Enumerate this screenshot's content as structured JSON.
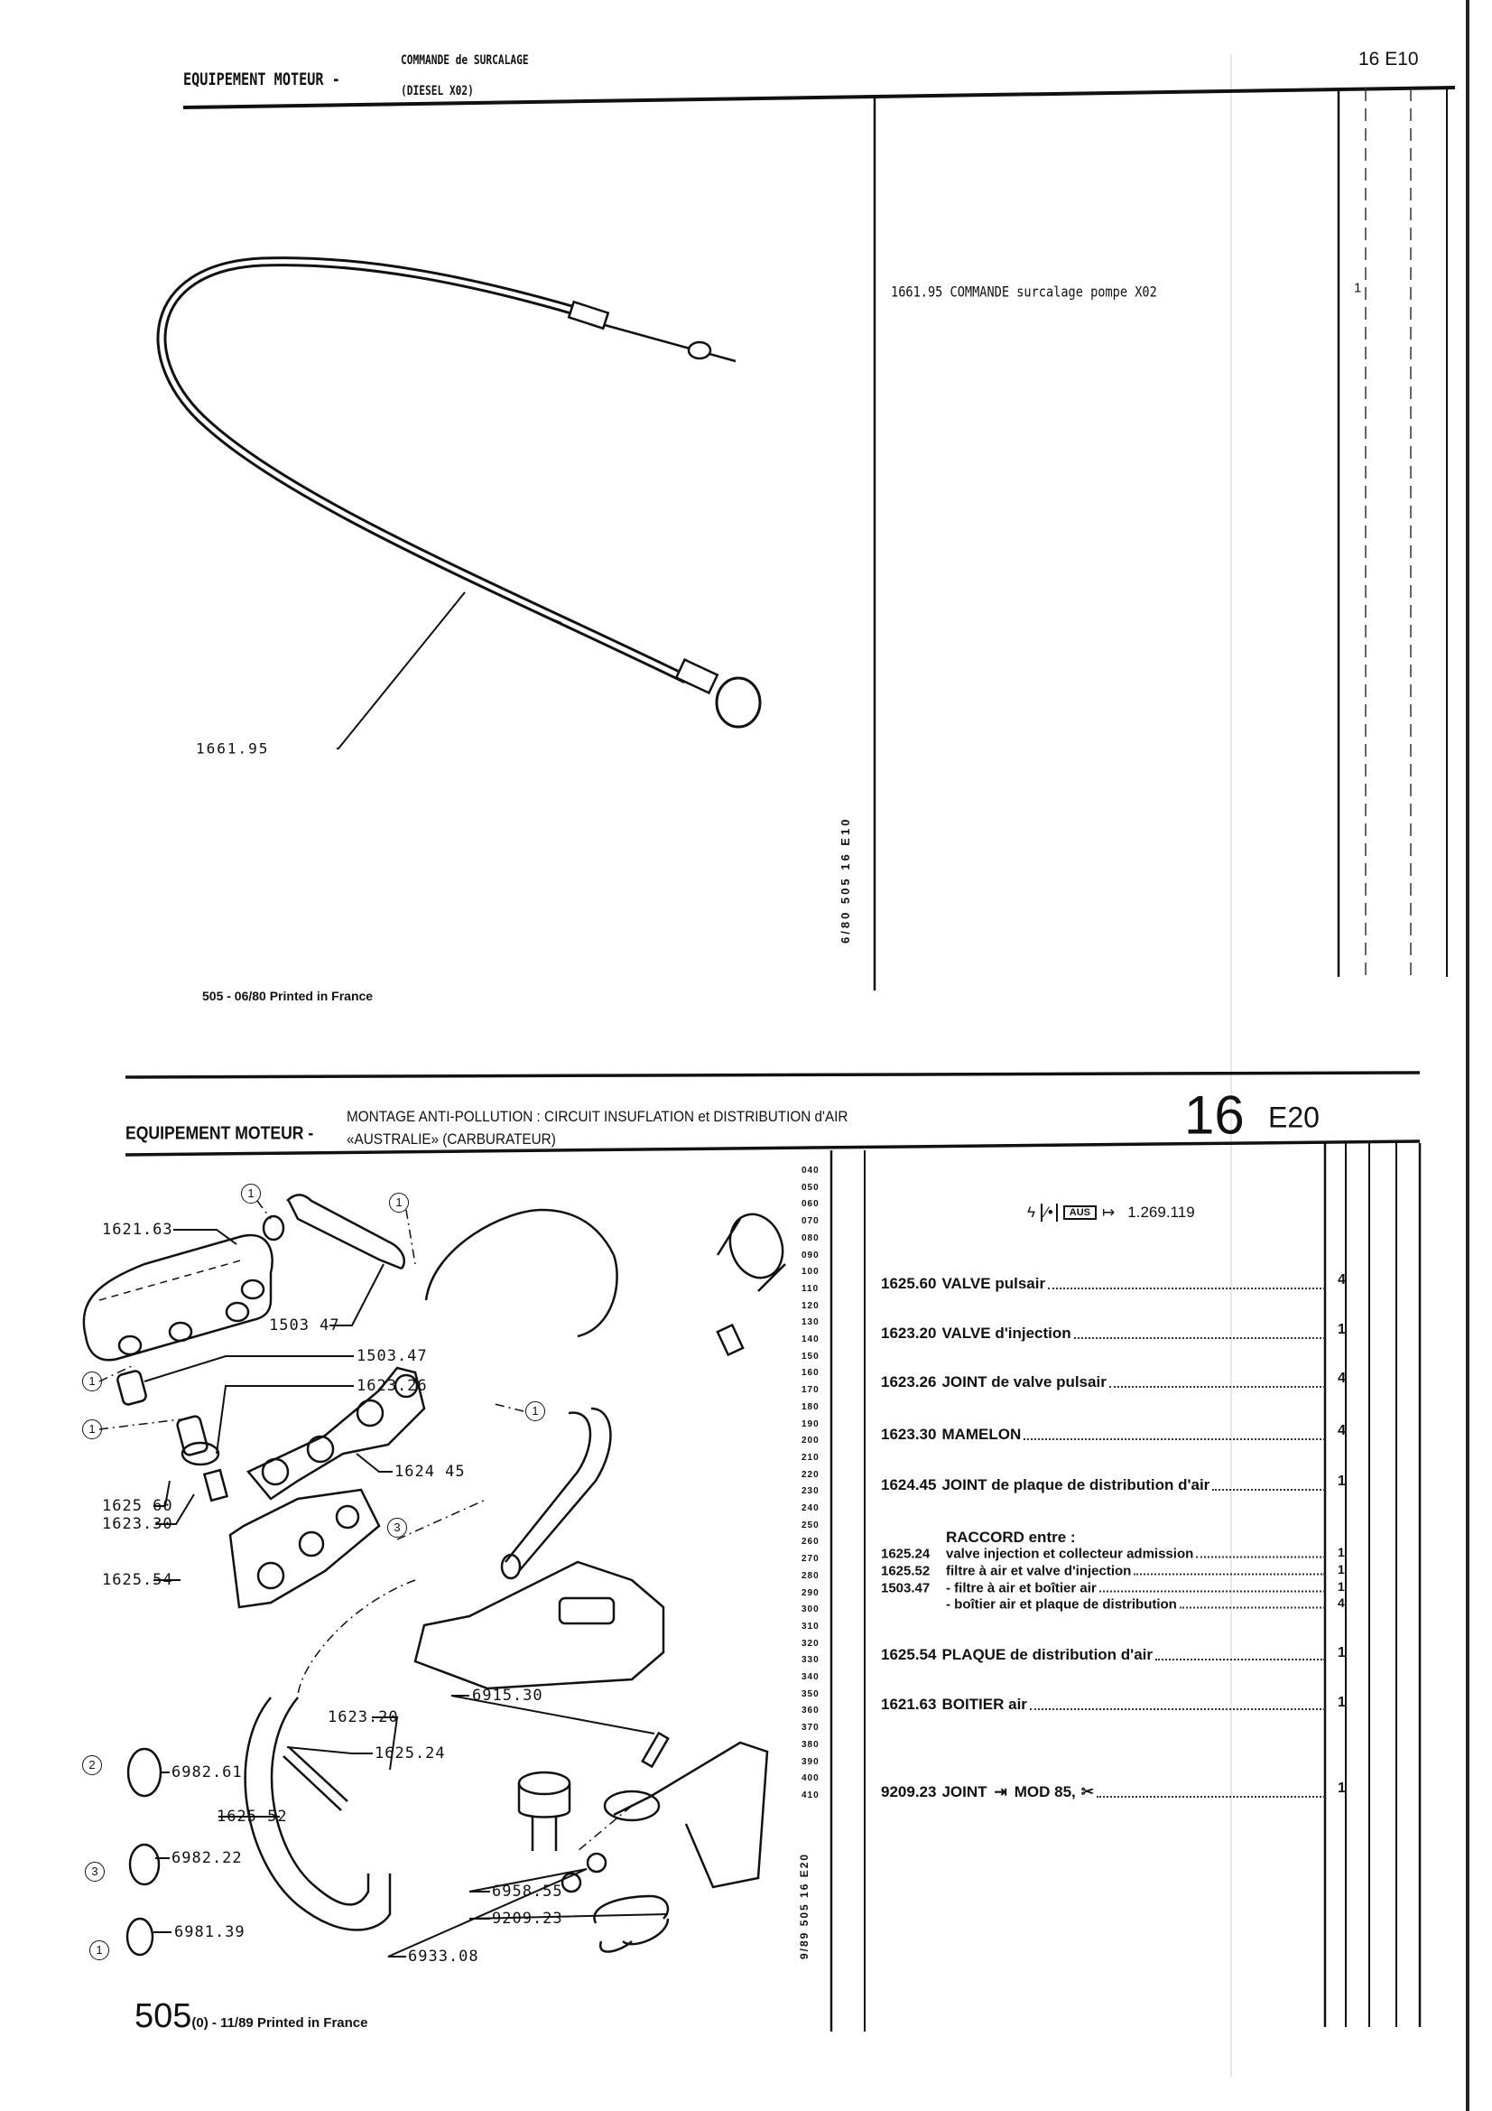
{
  "top_page": {
    "header": {
      "section": "EQUIPEMENT MOTEUR -",
      "subtitle_line1": "COMMANDE de SURCALAGE",
      "subtitle_line2": "(DIESEL X02)",
      "page_code": "16 E10"
    },
    "items": [
      {
        "code": "1661.95",
        "description": "COMMANDE surcalage pompe X02",
        "qty": "1"
      }
    ],
    "diagram_labels": [
      "1661.95"
    ],
    "side_code": "6/80 505 16 E10",
    "footer": "505 - 06/80 Printed in France"
  },
  "bottom_page": {
    "header": {
      "section": "EQUIPEMENT MOTEUR -",
      "subtitle_line1": "MONTAGE ANTI-POLLUTION : CIRCUIT INSUFLATION et DISTRIBUTION d'AIR",
      "subtitle_line2": "«AUSTRALIE» (CARBURATEUR)",
      "page_number": "16",
      "page_code": "E20"
    },
    "applicability": {
      "market_badge": "AUS",
      "serial": "1.269.119",
      "icons": [
        "lightning-icon",
        "engine-icon",
        "arrow-from-icon"
      ]
    },
    "items": [
      {
        "code": "1625.60",
        "description": "VALVE pulsair",
        "qty": "4"
      },
      {
        "code": "1623.20",
        "description": "VALVE d'injection",
        "qty": "1"
      },
      {
        "code": "1623.26",
        "description": "JOINT de valve pulsair",
        "qty": "4"
      },
      {
        "code": "1623.30",
        "description": "MAMELON",
        "qty": "4"
      },
      {
        "code": "1624.45",
        "description": "JOINT de plaque de distribution d'air",
        "qty": "1"
      }
    ],
    "raccord": {
      "title": "RACCORD entre :",
      "lines": [
        {
          "code": "1625.24",
          "description": "valve injection et collecteur admission",
          "qty": "1"
        },
        {
          "code": "1625.52",
          "description": "filtre à air et valve d'injection",
          "qty": "1"
        },
        {
          "code": "1503.47",
          "description": "- filtre à air et boîtier air",
          "qty": "1"
        },
        {
          "code": "",
          "description": "- boîtier air et plaque de distribution",
          "qty": "4"
        }
      ]
    },
    "items2": [
      {
        "code": "1625.54",
        "description": "PLAQUE de distribution d'air",
        "qty": "1"
      },
      {
        "code": "1621.63",
        "description": "BOITIER air",
        "qty": "1"
      },
      {
        "code": "9209.23",
        "description": "JOINT",
        "note": "MOD 85,",
        "qty": "1"
      }
    ],
    "ref_numbers": [
      "040",
      "050",
      "060",
      "070",
      "080",
      "090",
      "100",
      "110",
      "120",
      "130",
      "140",
      "150",
      "160",
      "170",
      "180",
      "190",
      "200",
      "210",
      "220",
      "230",
      "240",
      "250",
      "260",
      "270",
      "280",
      "290",
      "300",
      "310",
      "320",
      "330",
      "340",
      "350",
      "360",
      "370",
      "380",
      "390",
      "400",
      "410"
    ],
    "diagram_labels": [
      "1621.63",
      "1503 47",
      "1503.47",
      "1623.26",
      "1624 45",
      "1625 60",
      "1623.30",
      "1625.54",
      "6915.30",
      "1623.20",
      "1625.24",
      "6982.61",
      "1625 52",
      "6982.22",
      "6958.55",
      "9209.23",
      "6981.39",
      "6933.08"
    ],
    "callouts": [
      "1",
      "2",
      "3"
    ],
    "side_code": "9/89 505 16 E20",
    "footer_model": "505",
    "footer_rest": "(0) - 11/89 Printed in France"
  }
}
